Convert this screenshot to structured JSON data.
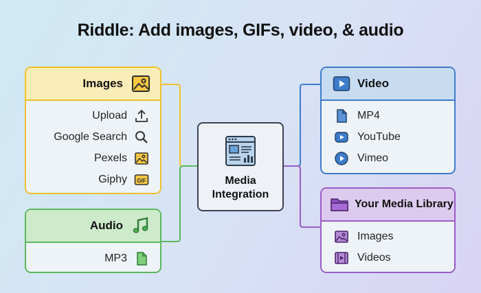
{
  "title": "Riddle: Add images, GIFs, video, & audio",
  "center": {
    "line1": "Media",
    "line2": "Integration",
    "icon": "dashboard-window-icon"
  },
  "images": {
    "label": "Images",
    "icon": "image-icon",
    "color": "#f2c12e",
    "items": [
      {
        "label": "Upload",
        "icon": "upload-icon"
      },
      {
        "label": "Google Search",
        "icon": "search-icon"
      },
      {
        "label": "Pexels",
        "icon": "image-icon"
      },
      {
        "label": "Giphy",
        "icon": "gif-icon"
      }
    ]
  },
  "audio": {
    "label": "Audio",
    "icon": "music-note-icon",
    "color": "#5cb85c",
    "items": [
      {
        "label": "MP3",
        "icon": "file-icon"
      }
    ]
  },
  "video": {
    "label": "Video",
    "icon": "play-icon",
    "color": "#3d7cc9",
    "items": [
      {
        "label": "MP4",
        "icon": "file-icon"
      },
      {
        "label": "YouTube",
        "icon": "play-icon"
      },
      {
        "label": "Vimeo",
        "icon": "play-circle-icon"
      }
    ]
  },
  "library": {
    "label": "Your Media Library",
    "icon": "folder-icon",
    "color": "#9a5cc6",
    "items": [
      {
        "label": "Images",
        "icon": "image-icon"
      },
      {
        "label": "Videos",
        "icon": "film-icon"
      }
    ]
  }
}
